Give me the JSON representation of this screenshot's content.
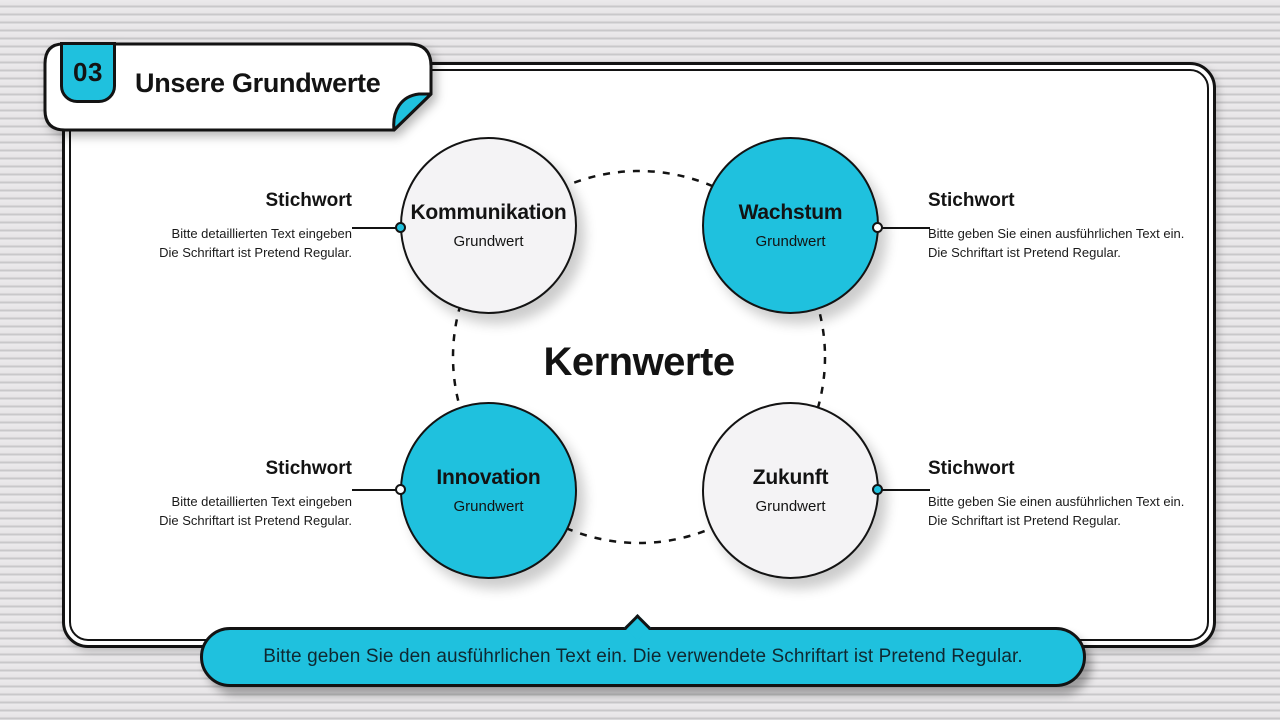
{
  "colors": {
    "accent": "#1fc1de",
    "ink": "#131313",
    "circle_light": "#f4f3f5",
    "background_base": "#e9e8e9",
    "background_stripe": "#c9c8ca",
    "card": "#ffffff"
  },
  "header": {
    "number": "03",
    "title": "Unsere Grundwerte"
  },
  "diagram": {
    "center_title": "Kernwerte"
  },
  "nodes": [
    {
      "title": "Kommunikation",
      "subtitle": "Grundwert",
      "keyword": "Stichwort",
      "desc_line1": "Bitte detaillierten Text eingeben",
      "desc_line2": "Die Schriftart ist Pretend Regular.",
      "circle_fill": "light",
      "dot_color": "accent",
      "position": "top-left"
    },
    {
      "title": "Wachstum",
      "subtitle": "Grundwert",
      "keyword": "Stichwort",
      "desc_line1": "Bitte geben Sie einen ausführlichen Text ein.",
      "desc_line2": "Die Schriftart ist Pretend Regular.",
      "circle_fill": "accent",
      "dot_color": "white",
      "position": "top-right"
    },
    {
      "title": "Innovation",
      "subtitle": "Grundwert",
      "keyword": "Stichwort",
      "desc_line1": "Bitte detaillierten Text eingeben",
      "desc_line2": "Die Schriftart ist Pretend Regular.",
      "circle_fill": "accent",
      "dot_color": "white",
      "position": "bottom-left"
    },
    {
      "title": "Zukunft",
      "subtitle": "Grundwert",
      "keyword": "Stichwort",
      "desc_line1": "Bitte geben Sie einen ausführlichen Text ein.",
      "desc_line2": "Die Schriftart ist Pretend Regular.",
      "circle_fill": "light",
      "dot_color": "accent",
      "position": "bottom-right"
    }
  ],
  "footer": {
    "text": "Bitte geben Sie den ausführlichen Text ein. Die verwendete Schriftart ist Pretend Regular."
  }
}
